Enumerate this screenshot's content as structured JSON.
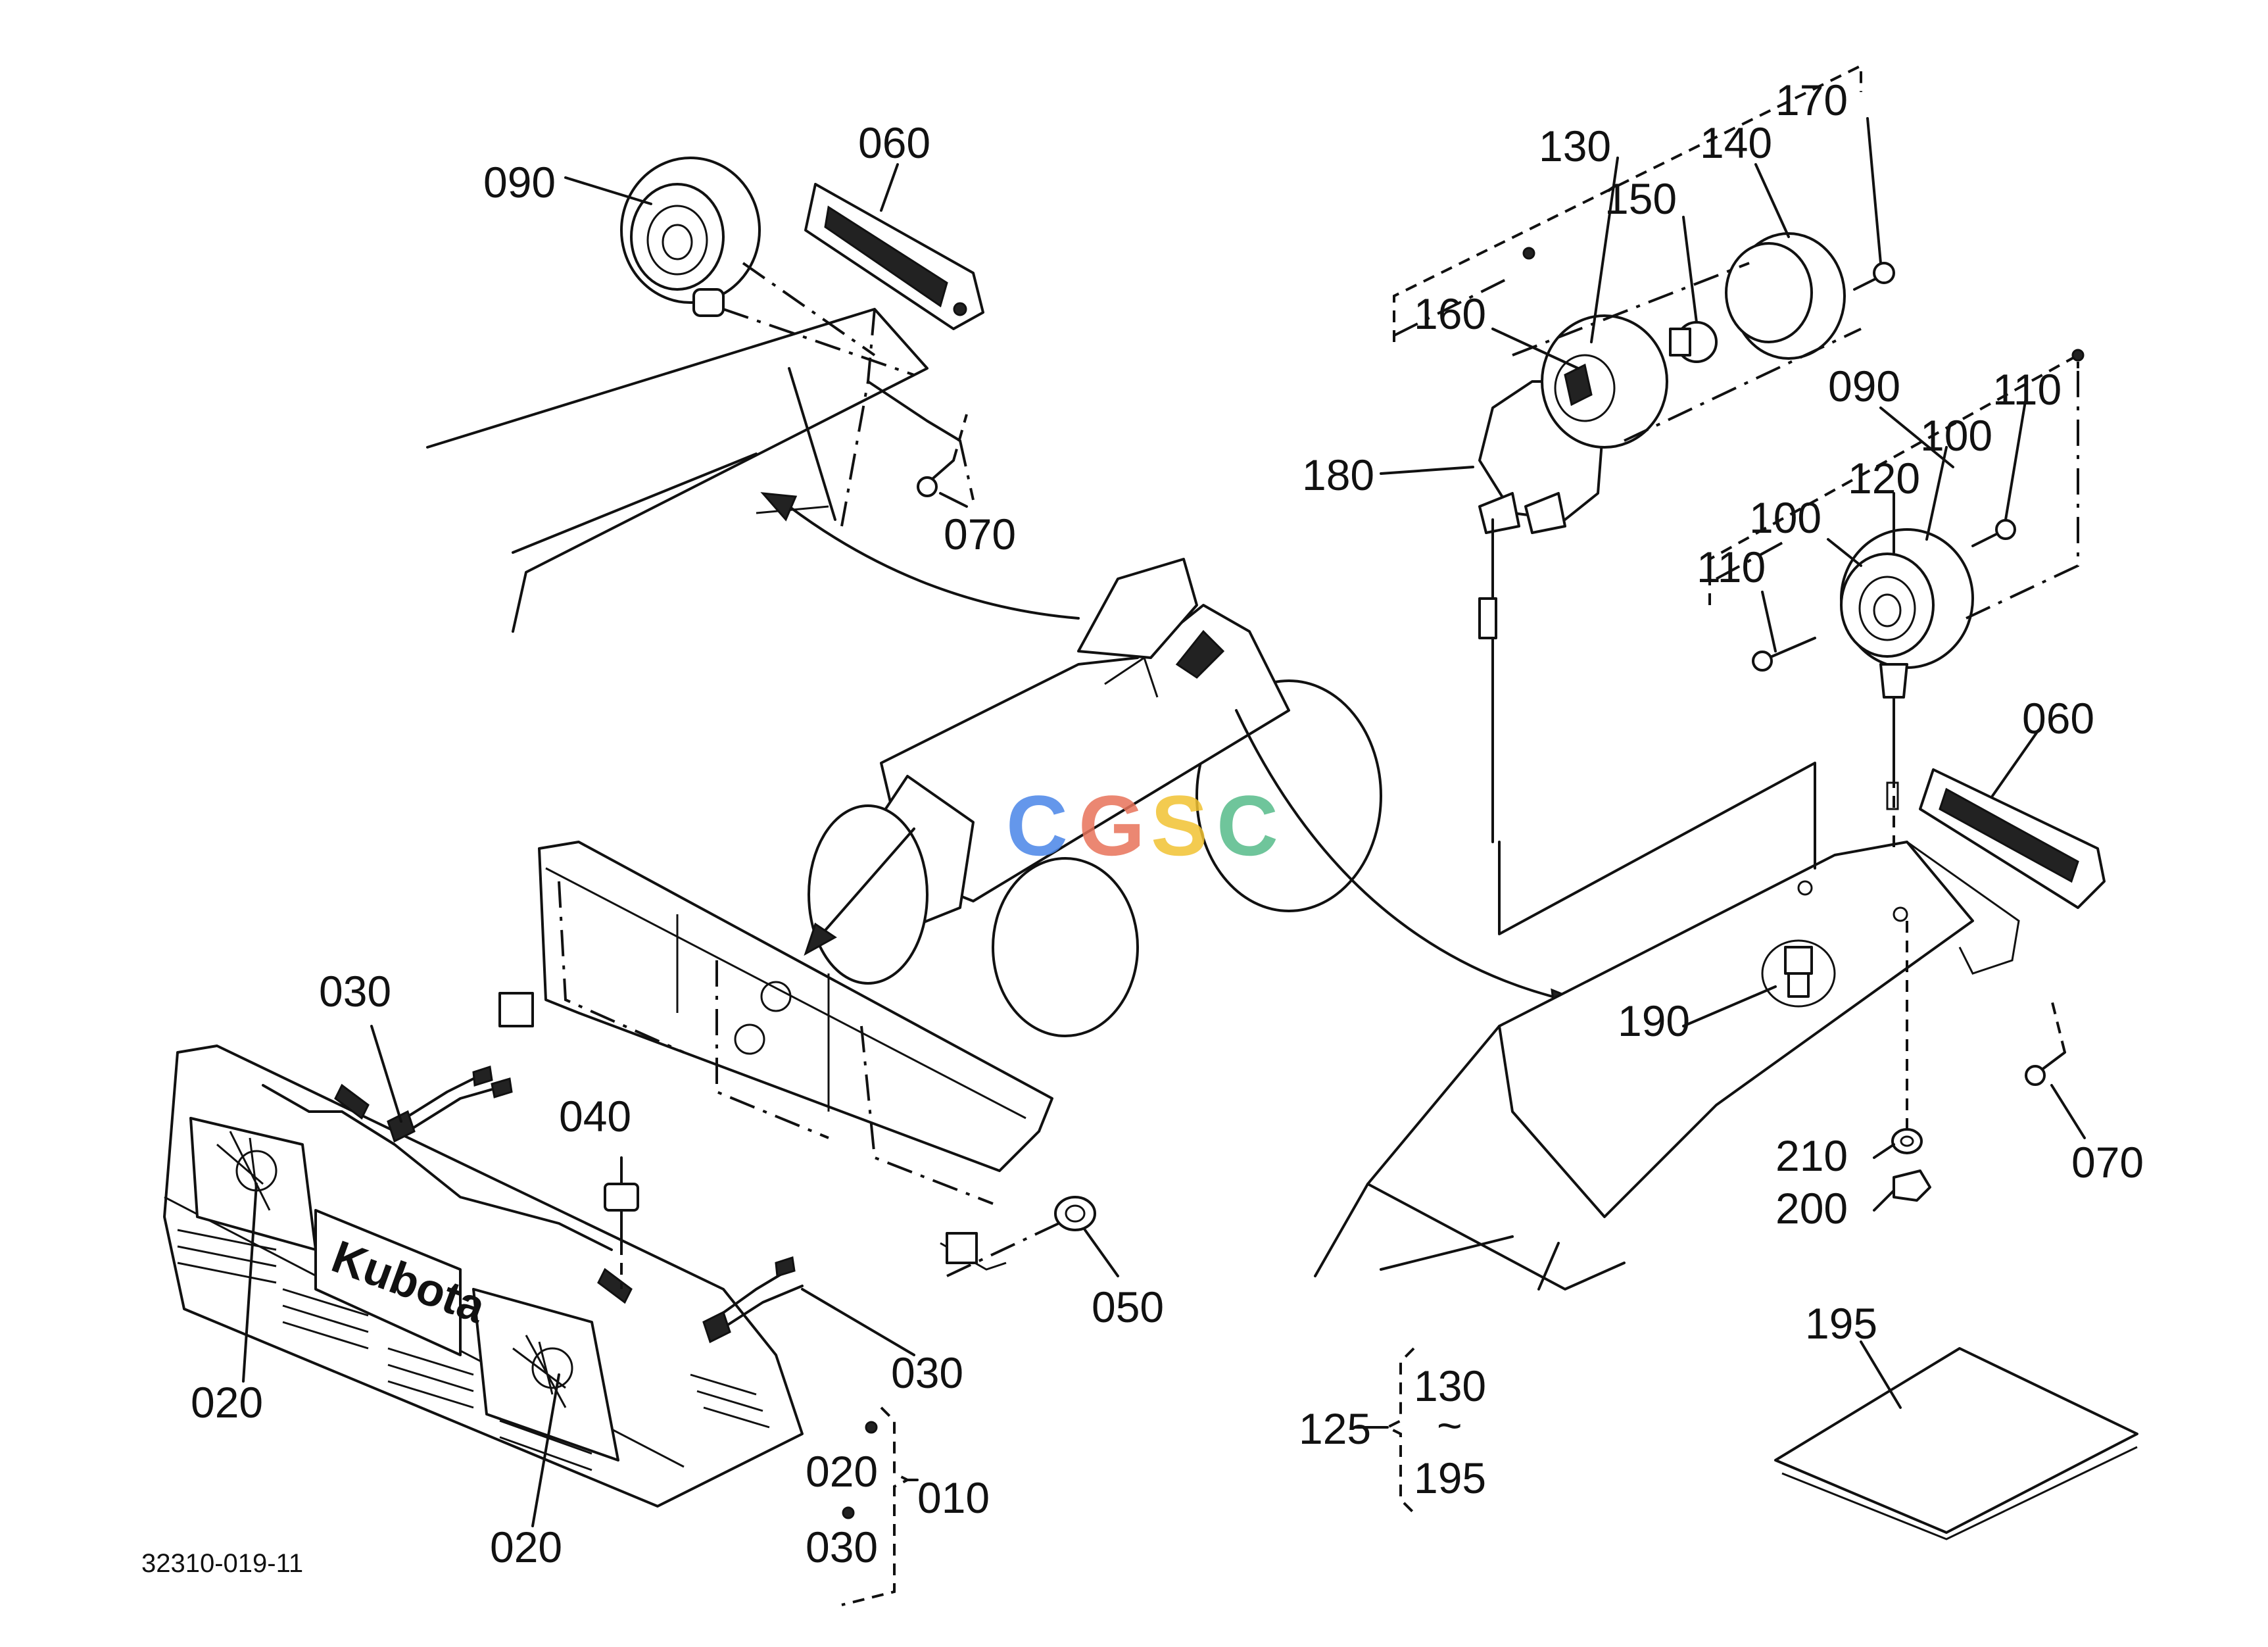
{
  "diagram": {
    "drawing_code": "32310-019-11",
    "watermark": {
      "letters": [
        "C",
        "G",
        "S",
        "C"
      ],
      "colors": [
        "#4a86e8",
        "#e8735a",
        "#f1c232",
        "#57bb8a"
      ]
    },
    "callouts": [
      {
        "id": "c-060-top",
        "text": "060"
      },
      {
        "id": "c-090-top",
        "text": "090"
      },
      {
        "id": "c-070-top",
        "text": "070"
      },
      {
        "id": "c-130-top",
        "text": "130"
      },
      {
        "id": "c-140",
        "text": "140"
      },
      {
        "id": "c-170",
        "text": "170"
      },
      {
        "id": "c-150",
        "text": "150"
      },
      {
        "id": "c-160",
        "text": "160"
      },
      {
        "id": "c-180",
        "text": "180"
      },
      {
        "id": "c-090-right",
        "text": "090"
      },
      {
        "id": "c-110-right",
        "text": "110"
      },
      {
        "id": "c-100-right",
        "text": "100"
      },
      {
        "id": "c-120",
        "text": "120"
      },
      {
        "id": "c-100-left",
        "text": "100"
      },
      {
        "id": "c-110-left",
        "text": "110"
      },
      {
        "id": "c-060-right",
        "text": "060"
      },
      {
        "id": "c-190",
        "text": "190"
      },
      {
        "id": "c-070-right",
        "text": "070"
      },
      {
        "id": "c-210",
        "text": "210"
      },
      {
        "id": "c-200",
        "text": "200"
      },
      {
        "id": "c-195",
        "text": "195"
      },
      {
        "id": "c-125",
        "text": "125"
      },
      {
        "id": "c-130-range",
        "text": "130"
      },
      {
        "id": "c-tilde",
        "text": "~"
      },
      {
        "id": "c-195-range",
        "text": "195"
      },
      {
        "id": "c-030-top",
        "text": "030"
      },
      {
        "id": "c-040",
        "text": "040"
      },
      {
        "id": "c-050",
        "text": "050"
      },
      {
        "id": "c-030-mid",
        "text": "030"
      },
      {
        "id": "c-020-left",
        "text": "020"
      },
      {
        "id": "c-020-bottom",
        "text": "020"
      },
      {
        "id": "c-020-group",
        "text": "020"
      },
      {
        "id": "c-030-group",
        "text": "030"
      },
      {
        "id": "c-010",
        "text": "010"
      }
    ],
    "grille_logo": "Kubota"
  }
}
